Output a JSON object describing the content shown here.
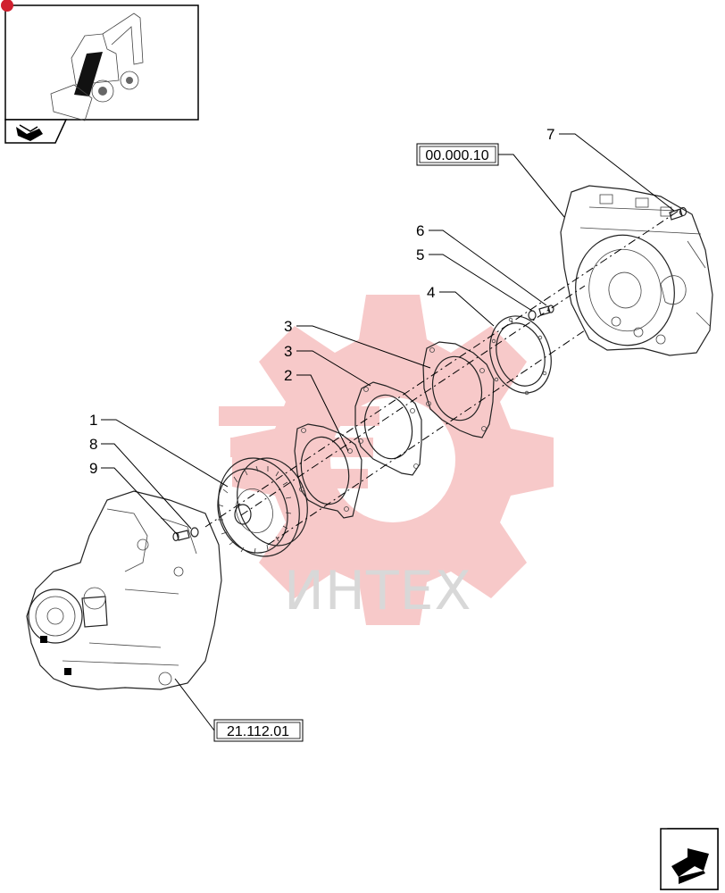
{
  "watermark": {
    "text": "ИНТЕХ",
    "gear_color": "#f7c9c9",
    "text_color": "#d8d8d8"
  },
  "thumbnail": {
    "icon": "backhoe-loader-icon",
    "nav_icon": "book-arrow-icon"
  },
  "references": {
    "engine": "00.000.10",
    "transmission": "21.112.01"
  },
  "callouts": {
    "c1": "1",
    "c2": "2",
    "c3a": "3",
    "c3b": "3",
    "c4": "4",
    "c5": "5",
    "c6": "6",
    "c7": "7",
    "c8": "8",
    "c9": "9"
  },
  "next_page_icon": "next-page-arrow-icon"
}
